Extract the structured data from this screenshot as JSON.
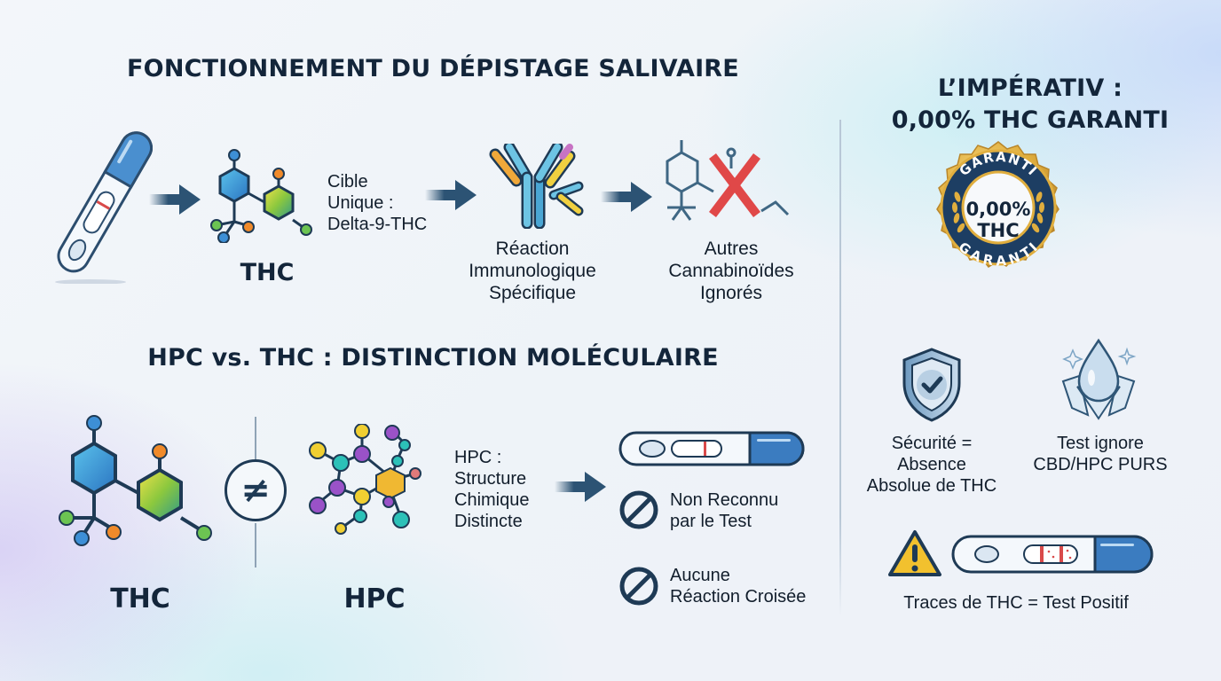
{
  "section_main": {
    "title": "FONCTIONNEMENT DU DÉPISTAGE SALIVAIRE",
    "steps": [
      {
        "icon": "saliva-test-icon",
        "label": ""
      },
      {
        "icon": "thc-molecule-icon",
        "label": "THC",
        "caption_lines": [
          "Cible",
          "Unique :",
          "Delta-9-THC"
        ]
      },
      {
        "icon": "antibody-icon",
        "caption_lines": [
          "Réaction",
          "Immunologique",
          "Spécifique"
        ]
      },
      {
        "icon": "crossed-molecule-icon",
        "caption_lines": [
          "Autres",
          "Cannabinoïdes",
          "Ignorés"
        ]
      }
    ]
  },
  "section_compare": {
    "title": "HPC vs. THC : DISTINCTION MOLÉCULAIRE",
    "left_molecule": "THC",
    "right_molecule": "HPC",
    "operator": "≠",
    "hpc_note_lines": [
      "HPC :",
      "Structure",
      "Chimique",
      "Distincte"
    ],
    "results": [
      {
        "icon": "prohibited-icon",
        "lines": [
          "Non Reconnu",
          "par le Test"
        ]
      },
      {
        "icon": "prohibited-icon",
        "lines": [
          "Aucune",
          "Réaction Croisée"
        ]
      }
    ]
  },
  "section_right": {
    "title_lines": [
      "L’IMPÉRATIV :",
      "0,00% THC GARANTI"
    ],
    "badge": {
      "top_text": "GARANTI",
      "value": "0,00%",
      "unit": "THC",
      "bottom_text": "GARANTI"
    },
    "features": [
      {
        "icon": "shield-check-icon",
        "lines": [
          "Sécurité =",
          "Absence",
          "Absolue de THC"
        ]
      },
      {
        "icon": "crystal-drop-icon",
        "lines": [
          "Test ignore",
          "CBD/HPC PURS"
        ]
      }
    ],
    "warning": {
      "icon": "warning-icon",
      "text": "Traces de THC = Test Positif"
    }
  },
  "colors": {
    "navy": "#13253a",
    "arrow": "#2c5374",
    "accent_blue": "#3f86c8",
    "gold": "#d9a93a",
    "badge_navy": "#1d3e63",
    "red": "#d93a3a",
    "warning_yellow": "#f2c12e"
  }
}
